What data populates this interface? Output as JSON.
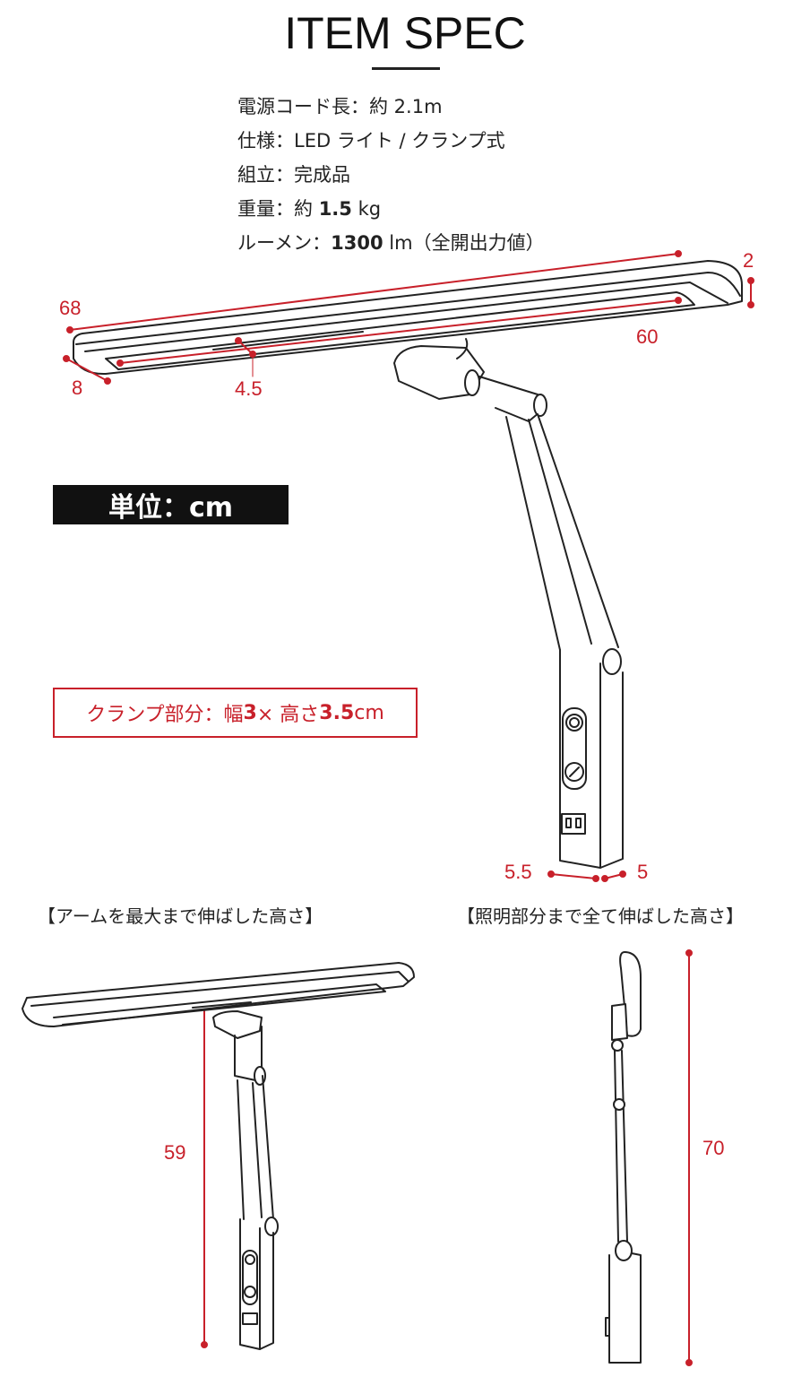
{
  "title": "ITEM SPEC",
  "specs": {
    "cord": {
      "label": "電源コード長：",
      "value": "約 2.1m"
    },
    "type": {
      "label": "仕様：",
      "value": "LED ライト / クランプ式"
    },
    "assembly": {
      "label": "組立：",
      "value": "完成品"
    },
    "weight": {
      "label": "重量：",
      "prefix": "約 ",
      "value": "1.5",
      "unit": " kg"
    },
    "lumen": {
      "label": "ルーメン：",
      "value": "1300",
      "unit": " lm（全開出力値）"
    }
  },
  "dimensions": {
    "length": "68",
    "light_length": "60",
    "thickness": "2",
    "depth": "8",
    "light_width": "4.5",
    "base_depth": "5.5",
    "base_width": "5",
    "arm_max_height": "59",
    "full_height": "70"
  },
  "unit_label": "単位：cm",
  "clamp": {
    "label": "クランプ部分：幅 ",
    "width": "3",
    "times": "× 高さ ",
    "height": "3.5",
    "unit": " cm"
  },
  "headings": {
    "arm_extended": "【アームを最大まで伸ばした高さ】",
    "fully_extended": "【照明部分まで全て伸ばした高さ】"
  },
  "colors": {
    "accent": "#c8202a",
    "ink": "#222222"
  }
}
